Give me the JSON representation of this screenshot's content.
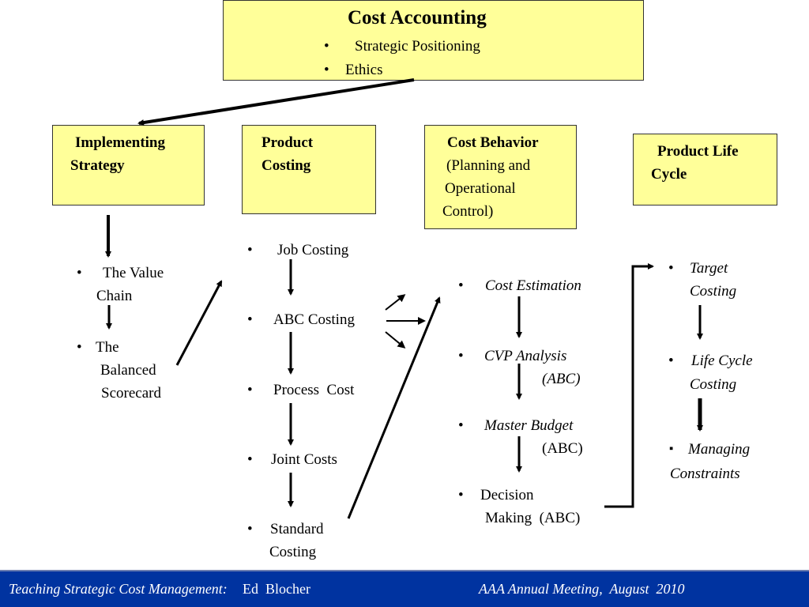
{
  "top_box": {
    "title": "Cost Accounting",
    "items": [
      "Strategic Positioning",
      "Ethics"
    ]
  },
  "columns": {
    "implementing": {
      "header": [
        "Implementing",
        "Strategy"
      ],
      "items": [
        [
          "The Value",
          "Chain"
        ],
        [
          "The",
          "Balanced",
          "Scorecard"
        ]
      ]
    },
    "product_costing": {
      "header": [
        "Product",
        "Costing"
      ],
      "items": [
        "Job Costing",
        "ABC Costing",
        "Process  Cost",
        "Joint Costs",
        [
          "Standard",
          "Costing"
        ]
      ]
    },
    "cost_behavior": {
      "header": [
        "Cost Behavior",
        "(Planning and",
        "Operational",
        "Control)"
      ],
      "items": [
        "Cost Estimation",
        [
          "CVP Analysis",
          "(ABC)"
        ],
        [
          "Master Budget",
          "(ABC)"
        ],
        [
          "Decision",
          "Making  (ABC)"
        ]
      ]
    },
    "product_life_cycle": {
      "header": [
        "Product Life",
        "Cycle"
      ],
      "items": [
        [
          "Target",
          "Costing"
        ],
        [
          "Life Cycle",
          "Costing"
        ],
        [
          "Managing",
          "Constraints"
        ]
      ]
    }
  },
  "footer": {
    "left_italic": "Teaching Strategic Cost Management:",
    "left_author": "Ed  Blocher",
    "right": "AAA Annual Meeting,  August  2010"
  },
  "symbols": {
    "bullet": "•",
    "square_bullet": "▪"
  }
}
